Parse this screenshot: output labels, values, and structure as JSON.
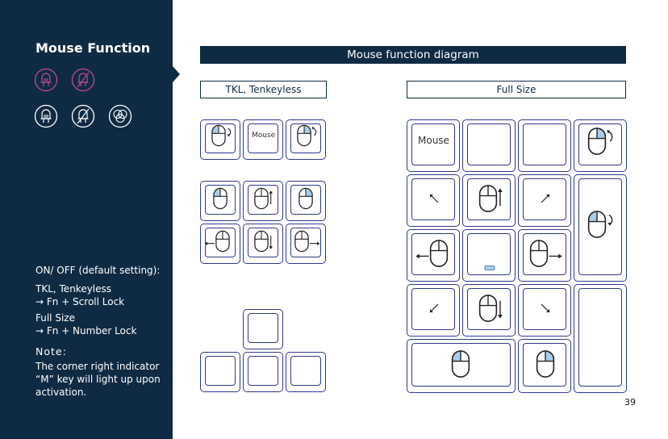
{
  "sidebar": {
    "title": "Mouse Function",
    "icons_row1": [
      "led-on-icon",
      "led-off-icon"
    ],
    "icons_row2": [
      "led-on-icon",
      "led-off-icon",
      "rgb-led-icon"
    ],
    "onoff_heading": "ON/ OFF (default setting):",
    "tkl_label": "TKL, Tenkeyless",
    "tkl_shortcut": "→ Fn + Scroll Lock",
    "full_label": "Full Size",
    "full_shortcut": "→ Fn + Number Lock",
    "note_label": "Note:",
    "note_text_1": "The corner right indicator",
    "note_text_2": "“M” key will light up upon",
    "note_text_3": "activation."
  },
  "diagram": {
    "title": "Mouse function diagram",
    "tkl_title": "TKL, Tenkeyless",
    "full_title": "Full Size",
    "mouse_key_label": "Mouse"
  },
  "colors": {
    "navy": "#0f2b44",
    "key_outline": "#2d3a8c",
    "highlight": "#a8cde8",
    "icon_pink": "#c04a8f"
  },
  "page_number": "39"
}
